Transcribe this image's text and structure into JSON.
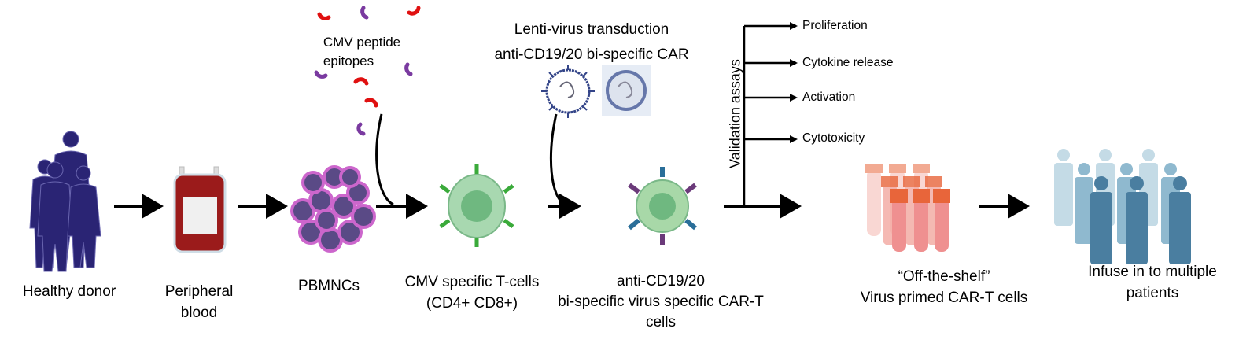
{
  "steps": {
    "donor": {
      "label": "Healthy donor"
    },
    "blood": {
      "line1": "Peripheral",
      "line2": "blood"
    },
    "pbmnc": {
      "label": "PBMNCs"
    },
    "tcells": {
      "line1": "CMV specific T-cells",
      "line2": "(CD4+ CD8+)"
    },
    "cart": {
      "line1": "anti-CD19/20",
      "line2": "bi-specific virus specific CAR-T",
      "line3": "cells"
    },
    "offshelf": {
      "line1": "“Off-the-shelf”",
      "line2": "Virus primed CAR-T cells"
    },
    "infuse": {
      "line1": "Infuse in to multiple",
      "line2": "patients"
    }
  },
  "peptides": {
    "line1": "CMV peptide",
    "line2": "epitopes"
  },
  "transduction": {
    "line1": "Lenti-virus transduction",
    "line2": "anti-CD19/20 bi-specific CAR"
  },
  "validation": {
    "title": "Validation assays",
    "assays": [
      "Proliferation",
      "Cytokine release",
      "Activation",
      "Cytotoxicity"
    ]
  },
  "colors": {
    "donor": "#2a2474",
    "blood": "#9b1b1b",
    "pbmnc": "#cc66cc",
    "tcell": "#a8d8b0",
    "receptor_green": "#3aaa3a",
    "car_blue": "#2a6e99",
    "car_purple": "#6b3a7a",
    "tube": "#e8653a",
    "patients": "#4a7ea0"
  }
}
